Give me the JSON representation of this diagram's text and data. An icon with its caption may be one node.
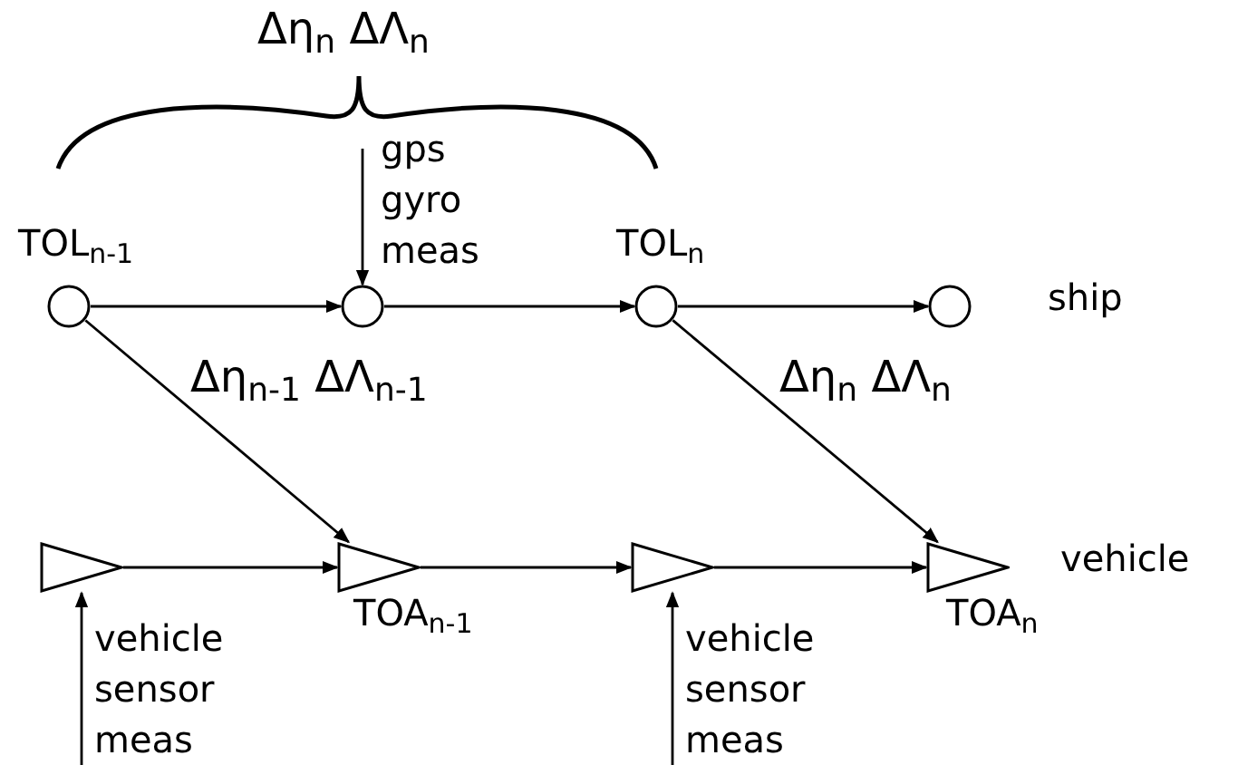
{
  "diagram": {
    "nodes": [
      {
        "text": [],
        "shape": "circle",
        "beside": [
          "TOL$_{n-1}$"
        ]
      },
      {
        "text": [],
        "shape": "circle"
      },
      {
        "text": [],
        "shape": "circle",
        "beside": [
          "TOL$_{n}$"
        ]
      },
      {
        "text": [],
        "shape": "circle"
      },
      {
        "text": [],
        "shape": "triangle"
      },
      {
        "text": [],
        "shape": "triangle",
        "beside": [
          "TOA$_{n-1}$"
        ]
      },
      {
        "text": [],
        "shape": "triangle"
      },
      {
        "text": [],
        "shape": "triangle",
        "beside": [
          "TOA$_{n}$"
        ]
      }
    ],
    "edges": [
      {
        "from": 0,
        "to": 1,
        "arrow": "to"
      },
      {
        "from": 1,
        "to": 2,
        "arrow": "to"
      },
      {
        "from": 2,
        "to": 3,
        "arrow": "to"
      },
      {
        "from": 4,
        "to": 5,
        "arrow": "to"
      },
      {
        "from": 5,
        "to": 6,
        "arrow": "to"
      },
      {
        "from": 6,
        "to": 7,
        "arrow": "to"
      },
      {
        "from": 0,
        "to": 5,
        "arrow": "to",
        "label": "Δη$_{n-1}$ ΔΛ$_{n-1}$"
      },
      {
        "from": 2,
        "to": 7,
        "arrow": "to",
        "label": "Δη$_{n}$ ΔΛ$_{n}$"
      },
      {
        "from": null,
        "to": 1,
        "arrow": "to",
        "label": "gps gyro meas"
      },
      {
        "from": null,
        "to": 4,
        "arrow": "to",
        "label": "vehicle sensor meas"
      },
      {
        "from": null,
        "to": 6,
        "arrow": "to",
        "label": "vehicle sensor meas"
      }
    ],
    "labels": [
      "Δη$_{n}$ ΔΛ$_{n}$",
      "ship",
      "vehicle"
    ]
  }
}
